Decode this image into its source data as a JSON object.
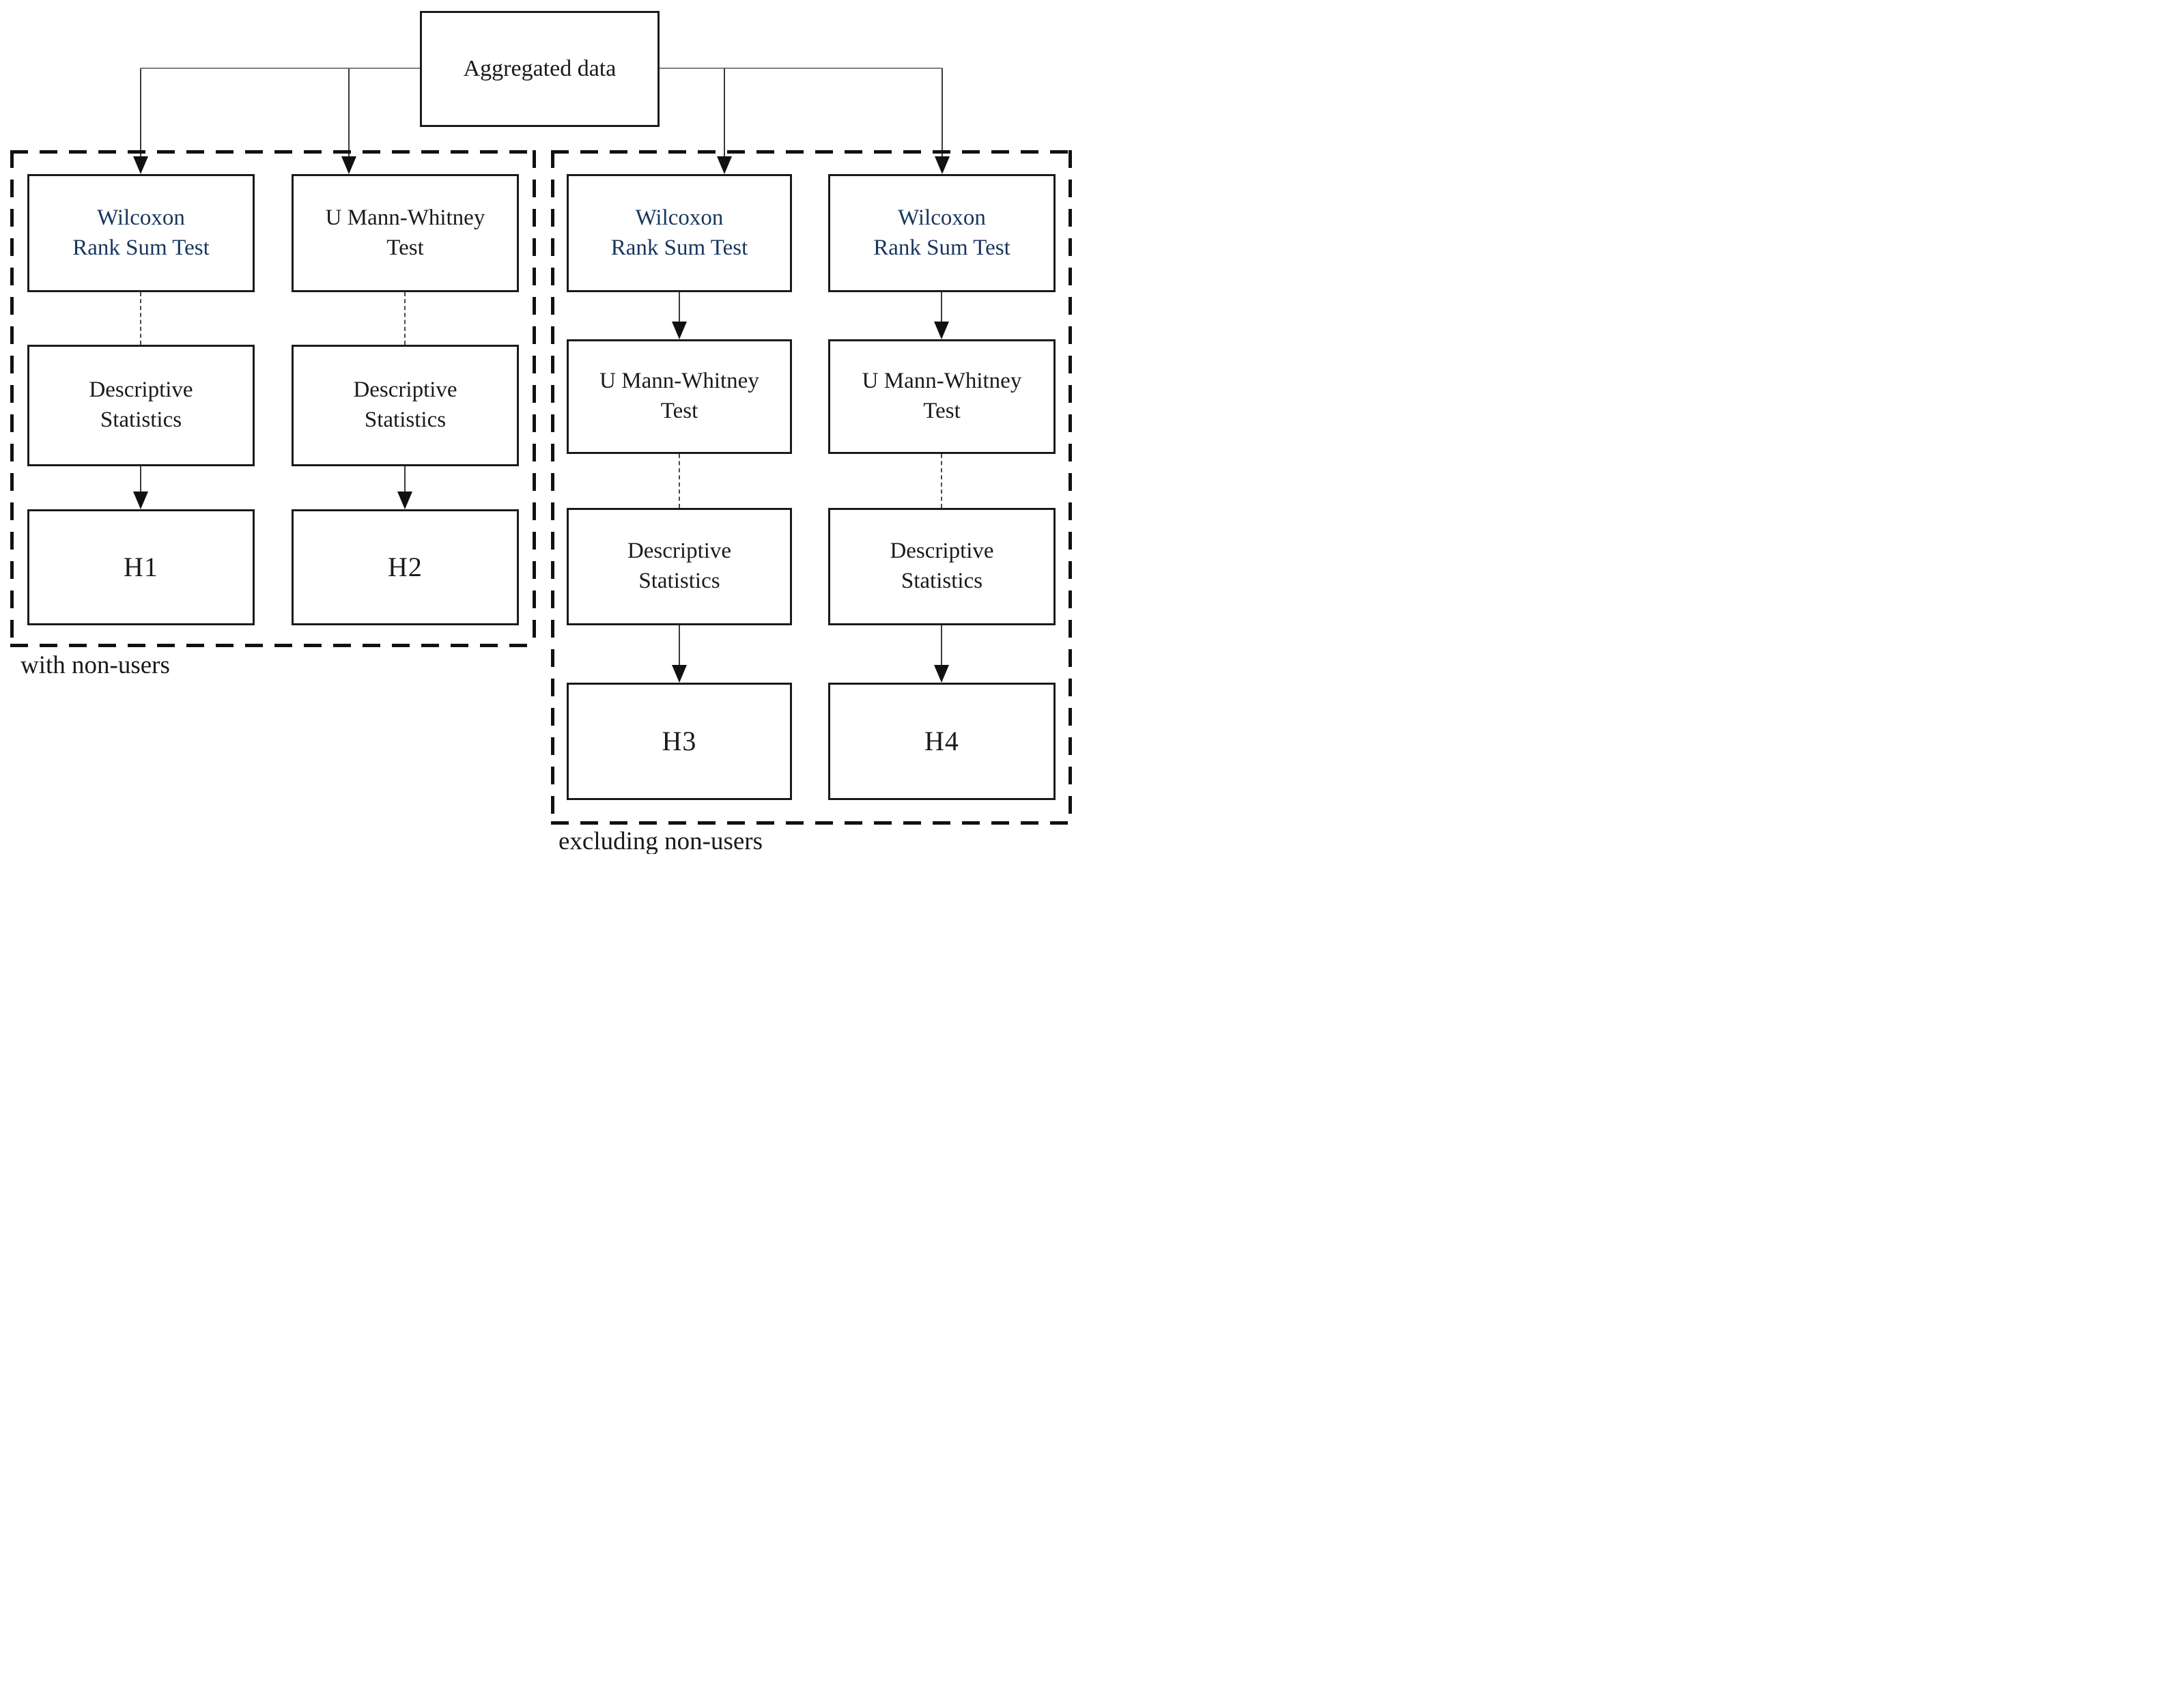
{
  "root": {
    "label": "Aggregated data"
  },
  "groups": [
    {
      "label": "with non-users",
      "columns": [
        {
          "boxes": [
            {
              "text": "Wilcoxon\nRank Sum Test"
            },
            {
              "text": "Descriptive\nStatistics"
            },
            {
              "text": "H1"
            }
          ]
        },
        {
          "boxes": [
            {
              "text": "U Mann-Whitney\nTest"
            },
            {
              "text": "Descriptive\nStatistics"
            },
            {
              "text": "H2"
            }
          ]
        }
      ]
    },
    {
      "label": "excluding non-users",
      "columns": [
        {
          "boxes": [
            {
              "text": "Wilcoxon\nRank Sum Test"
            },
            {
              "text": "U Mann-Whitney\nTest"
            },
            {
              "text": "Descriptive\nStatistics"
            },
            {
              "text": "H3"
            }
          ]
        },
        {
          "boxes": [
            {
              "text": "Wilcoxon\nRank Sum Test"
            },
            {
              "text": "U Mann-Whitney\nTest"
            },
            {
              "text": "Descriptive\nStatistics"
            },
            {
              "text": "H4"
            }
          ]
        }
      ]
    }
  ],
  "colors": {
    "accent_text": "#17365D",
    "line": "#1a1a1a",
    "connector_gray": "#7f7f7f"
  }
}
